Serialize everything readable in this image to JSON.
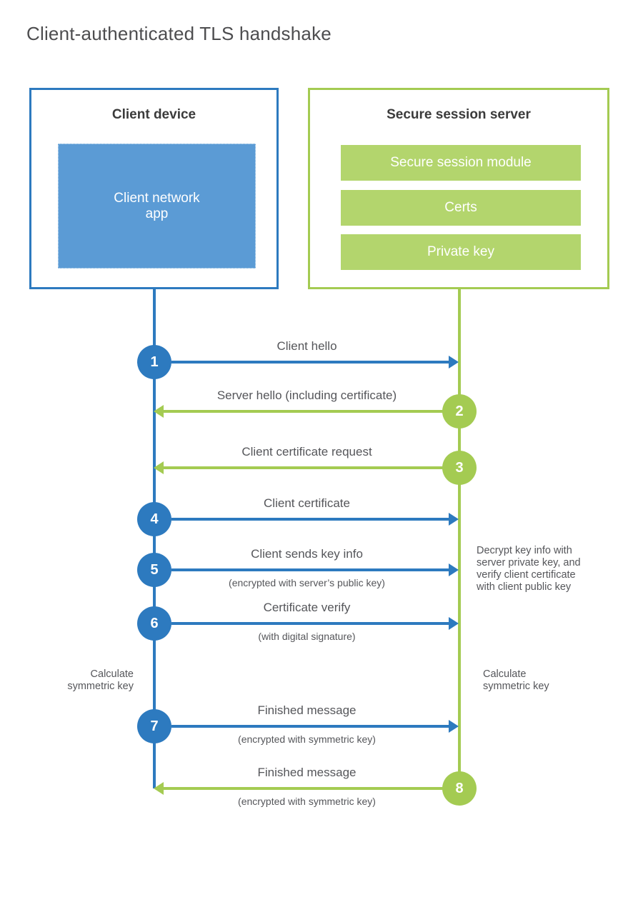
{
  "title": "Client-authenticated TLS handshake",
  "client": {
    "title": "Client device",
    "module": "Client network\napp"
  },
  "server": {
    "title": "Secure session server",
    "modules": [
      "Secure session module",
      "Certs",
      "Private key"
    ]
  },
  "steps": [
    {
      "num": "1",
      "label": "Client hello",
      "sublabel": "",
      "direction": "right",
      "color": "blue"
    },
    {
      "num": "2",
      "label": "Server hello (including certificate)",
      "sublabel": "",
      "direction": "left",
      "color": "green"
    },
    {
      "num": "3",
      "label": "Client certificate request",
      "sublabel": "",
      "direction": "left",
      "color": "green"
    },
    {
      "num": "4",
      "label": "Client certificate",
      "sublabel": "",
      "direction": "right",
      "color": "blue"
    },
    {
      "num": "5",
      "label": "Client sends key info",
      "sublabel": "(encrypted with server’s public key)",
      "direction": "right",
      "color": "blue"
    },
    {
      "num": "6",
      "label": "Certificate verify",
      "sublabel": "(with digital signature)",
      "direction": "right",
      "color": "blue"
    },
    {
      "num": "7",
      "label": "Finished message",
      "sublabel": "(encrypted with symmetric key)",
      "direction": "right",
      "color": "blue"
    },
    {
      "num": "8",
      "label": "Finished message",
      "sublabel": "(encrypted with symmetric key)",
      "direction": "left",
      "color": "green"
    }
  ],
  "annotations": {
    "decrypt_note": "Decrypt key info with\nserver private key, and\nverify client certificate\nwith client public key",
    "calc_left": "Calculate\nsymmetric key",
    "calc_right": "Calculate\nsymmetric key"
  },
  "colors": {
    "blue": "#2d7abf",
    "blue_fill": "#5b9bd5",
    "green": "#a4cb52",
    "green_fill": "#b3d56d",
    "title_text": "#4d4d4f",
    "label_text": "#55565a"
  }
}
